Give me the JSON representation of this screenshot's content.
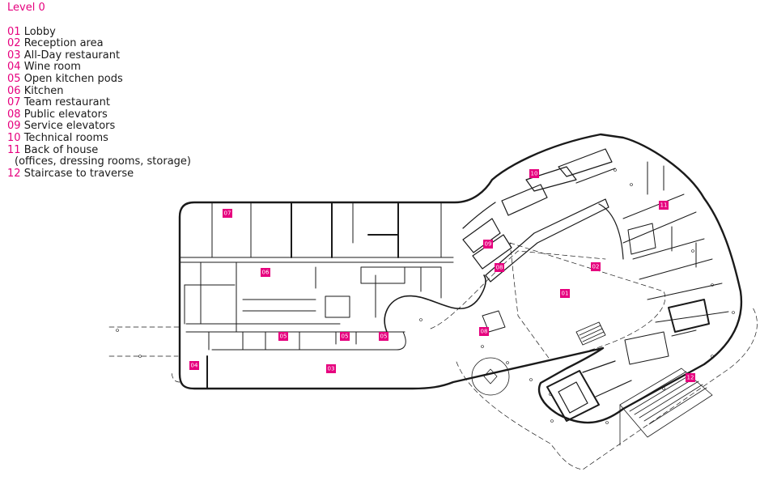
{
  "legend": {
    "title": "Level 0",
    "items": [
      {
        "num": "01",
        "label": "Lobby"
      },
      {
        "num": "02",
        "label": "Reception area"
      },
      {
        "num": "03",
        "label": "All-Day restaurant"
      },
      {
        "num": "04",
        "label": "Wine room"
      },
      {
        "num": "05",
        "label": "Open kitchen pods"
      },
      {
        "num": "06",
        "label": "Kitchen"
      },
      {
        "num": "07",
        "label": "Team restaurant"
      },
      {
        "num": "08",
        "label": "Public elevators"
      },
      {
        "num": "09",
        "label": "Service elevators"
      },
      {
        "num": "10",
        "label": "Technical rooms"
      },
      {
        "num": "11",
        "label": "Back of house",
        "note": "(offices, dressing rooms, storage)"
      },
      {
        "num": "12",
        "label": "Staircase to traverse"
      }
    ]
  },
  "tags": {
    "t01": "01",
    "t02": "02",
    "t03": "03",
    "t04": "04",
    "t05a": "05",
    "t05b": "05",
    "t05c": "05",
    "t06": "06",
    "t07": "07",
    "t08a": "08",
    "t08b": "08",
    "t09": "09",
    "t10": "10",
    "t11": "11",
    "t12": "12"
  },
  "colors": {
    "accent": "#e6007e",
    "line": "#1a1a1a"
  }
}
